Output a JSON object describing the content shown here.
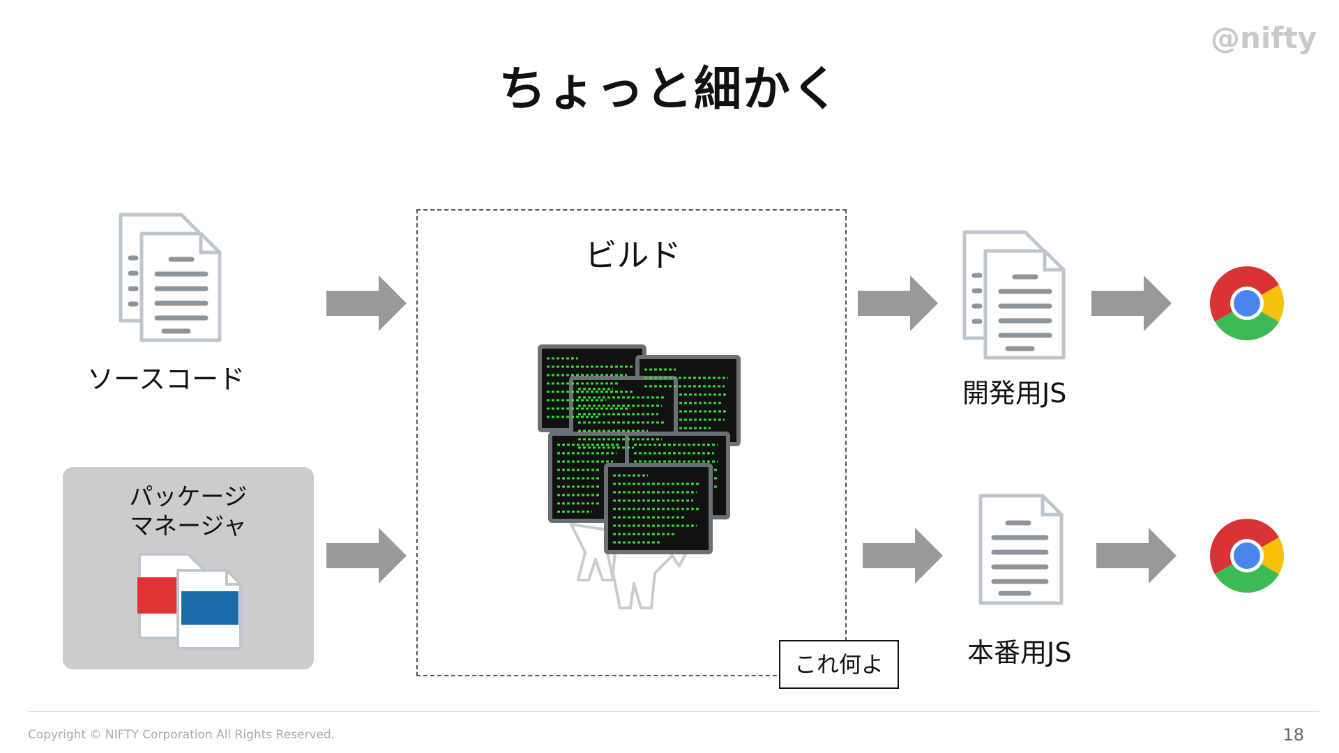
{
  "title": "ちょっと細かく",
  "logo": "@nifty",
  "source_code_label": "ソースコード",
  "package_manager_label_line1": "パッケージ",
  "package_manager_label_line2": "マネージャ",
  "build_label": "ビルド",
  "note_label": "これ何よ",
  "dev_js_label": "開発用JS",
  "prod_js_label": "本番用JS",
  "footer": {
    "copyright": "Copyright © NIFTY Corporation All Rights Reserved.",
    "page_number": "18"
  },
  "colors": {
    "arrow": "#999999",
    "package_red": "#dd3333",
    "package_blue": "#1a6aa8",
    "terminal_bg": "#111111",
    "terminal_text": "#33dd33",
    "panel_gray": "#cccccc"
  },
  "icons": [
    "document-stack-icon",
    "package-files-icon",
    "terminal-screens-icon",
    "chrome-browser-icon"
  ]
}
